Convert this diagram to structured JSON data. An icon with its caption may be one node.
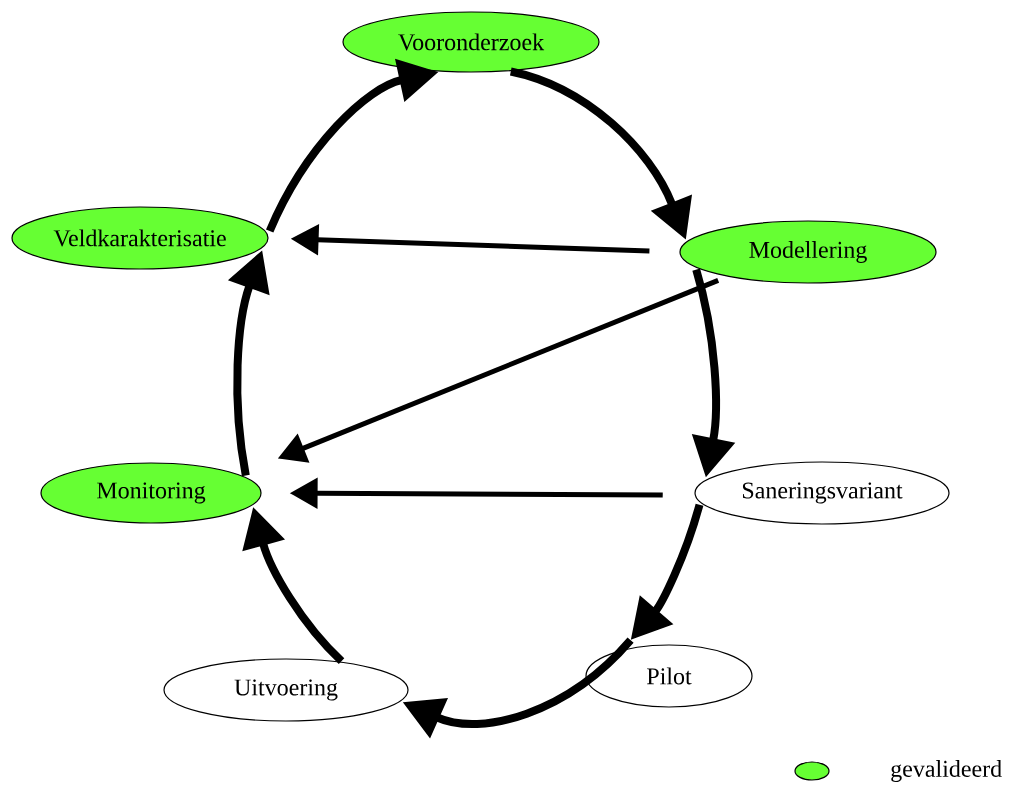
{
  "diagram": {
    "nodes": [
      {
        "text": [
          "Vooronderzoek"
        ]
      },
      {
        "text": [
          "Veldkarakterisatie"
        ]
      },
      {
        "text": [
          "Modellering"
        ]
      },
      {
        "text": [
          "Monitoring"
        ]
      },
      {
        "text": [
          "Saneringsvariant"
        ]
      },
      {
        "text": [
          "Uitvoering"
        ]
      },
      {
        "text": [
          "Pilot"
        ]
      }
    ],
    "edges": [
      {
        "from": 0,
        "to": 2,
        "arrow": "to"
      },
      {
        "from": 2,
        "to": 4,
        "arrow": "to"
      },
      {
        "from": 4,
        "to": 6,
        "arrow": "to"
      },
      {
        "from": 6,
        "to": 5,
        "arrow": "to"
      },
      {
        "from": 5,
        "to": 3,
        "arrow": "to"
      },
      {
        "from": 3,
        "to": 1,
        "arrow": "to"
      },
      {
        "from": 1,
        "to": 0,
        "arrow": "to"
      },
      {
        "from": 2,
        "to": 1,
        "arrow": "to"
      },
      {
        "from": 2,
        "to": 3,
        "arrow": "to"
      },
      {
        "from": 4,
        "to": 3,
        "arrow": "to"
      }
    ],
    "legend": [
      {
        "text": "gevalideerd",
        "color": "#66ff33"
      }
    ]
  }
}
